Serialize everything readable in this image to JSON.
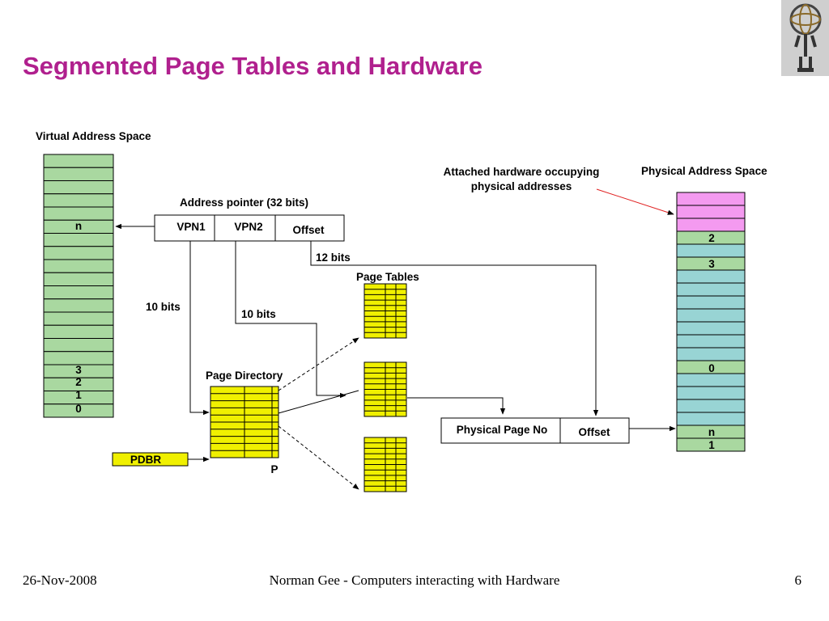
{
  "slide": {
    "title": "Segmented Page Tables and Hardware",
    "title_color": "#b0208e"
  },
  "diagram": {
    "virtual_space": {
      "label": "Virtual Address Space",
      "row_labels": [
        "n",
        "3",
        "2",
        "1",
        "0"
      ],
      "color": "#a9d8a0"
    },
    "address_pointer": {
      "label": "Address pointer (32 bits)",
      "fields": [
        "VPN1",
        "VPN2",
        "Offset"
      ]
    },
    "bit_labels": [
      "12 bits",
      "10 bits",
      "10 bits"
    ],
    "page_tables_label": "Page Tables",
    "page_directory": {
      "label": "Page Directory",
      "p_label": "P"
    },
    "pdbr_label": "PDBR",
    "physical_page": {
      "fields": [
        "Physical Page No",
        "Offset"
      ]
    },
    "physical_space": {
      "label": "Physical Address Space",
      "row_labels": [
        "2",
        "3",
        "0",
        "n",
        "1"
      ],
      "colors": {
        "hardware": "#f49af0",
        "ram": "#98d4d4",
        "page": "#a9d8a0"
      }
    },
    "hardware_note": [
      "Attached hardware occupying",
      "physical addresses"
    ],
    "yellow": "#f0f000"
  },
  "footer": {
    "date": "26-Nov-2008",
    "center": "Norman Gee - Computers interacting with Hardware",
    "page": "6"
  }
}
